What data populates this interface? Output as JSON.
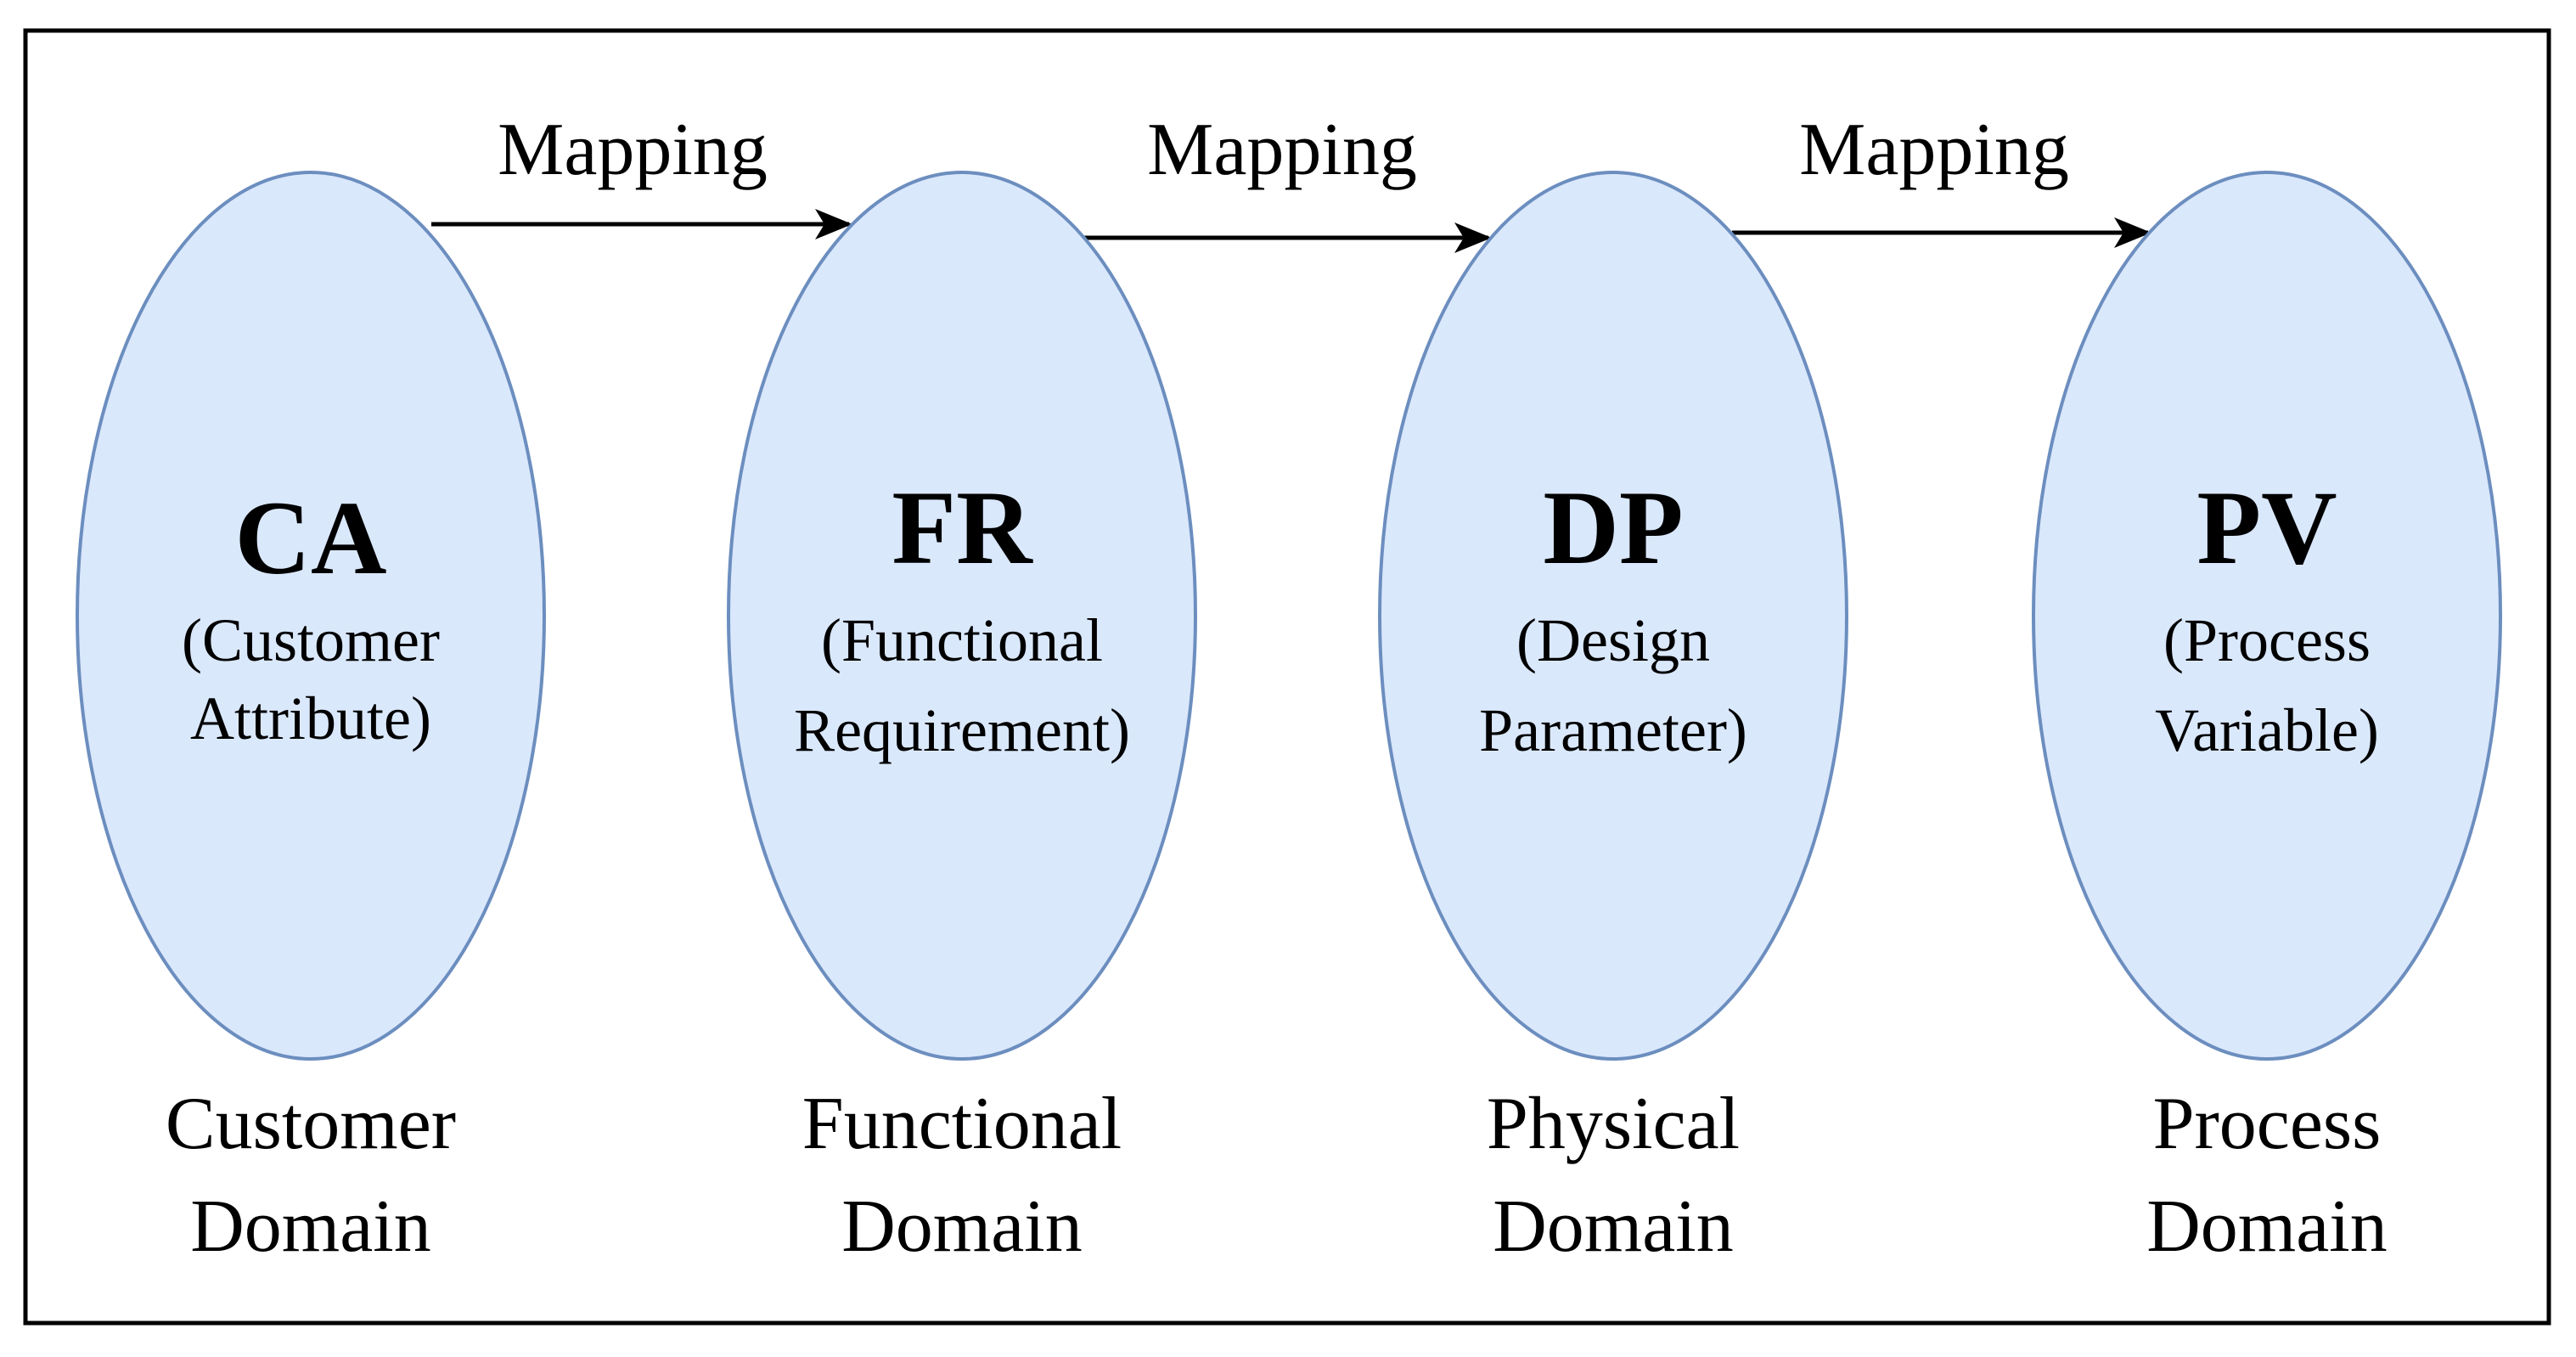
{
  "colors": {
    "ellipse_fill": "#dae8fc",
    "ellipse_stroke": "#6c8ebf",
    "frame": "#000000",
    "arrow": "#000000",
    "text": "#000000"
  },
  "domains": [
    {
      "abbr": "CA",
      "full_line1": "(Customer",
      "full_line2": "Attribute)",
      "domain_line1": "Customer",
      "domain_line2": "Domain"
    },
    {
      "abbr": "FR",
      "full_line1": "(Functional",
      "full_line2": "Requirement)",
      "domain_line1": "Functional",
      "domain_line2": "Domain"
    },
    {
      "abbr": "DP",
      "full_line1": "(Design",
      "full_line2": "Parameter)",
      "domain_line1": "Physical",
      "domain_line2": "Domain"
    },
    {
      "abbr": "PV",
      "full_line1": "(Process",
      "full_line2": "Variable)",
      "domain_line1": "Process",
      "domain_line2": "Domain"
    }
  ],
  "mappings": [
    {
      "label": "Mapping",
      "from": "CA",
      "to": "FR"
    },
    {
      "label": "Mapping",
      "from": "FR",
      "to": "DP"
    },
    {
      "label": "Mapping",
      "from": "DP",
      "to": "PV"
    }
  ]
}
